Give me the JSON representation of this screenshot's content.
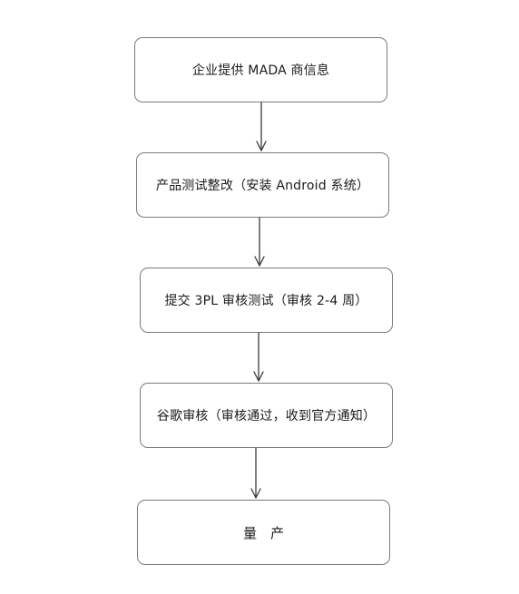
{
  "diagram": {
    "type": "flowchart",
    "direction": "top-to-bottom",
    "steps": [
      {
        "label": "企业提供 MADA 商信息"
      },
      {
        "label": "产品测试整改（安装 Android 系统）"
      },
      {
        "label": "提交 3PL 审核测试（审核 2-4 周）"
      },
      {
        "label": "谷歌审核（审核通过，收到官方通知）"
      },
      {
        "label": "量　产"
      }
    ],
    "connectors": [
      {
        "from": 0,
        "to": 1
      },
      {
        "from": 1,
        "to": 2
      },
      {
        "from": 2,
        "to": 3
      },
      {
        "from": 3,
        "to": 4
      }
    ],
    "colors": {
      "box_border": "#7a7a7a",
      "arrow": "#3a3a3a",
      "text": "#1a1a1a",
      "background": "#ffffff"
    }
  }
}
